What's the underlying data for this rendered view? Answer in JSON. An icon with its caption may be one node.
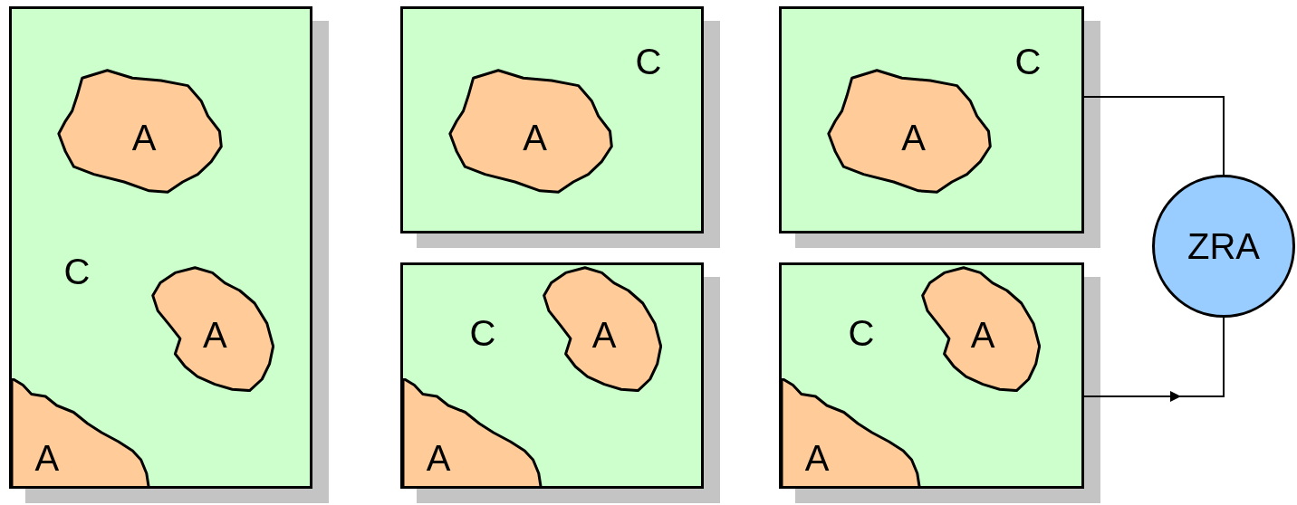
{
  "diagram": {
    "nodes": [
      {
        "text": [
          "C"
        ]
      },
      {
        "text": [
          "A"
        ],
        "in": 0
      },
      {
        "text": [
          "A"
        ],
        "in": 0
      },
      {
        "text": [
          "A"
        ],
        "in": 0
      },
      {
        "text": [
          "C"
        ]
      },
      {
        "text": [
          "A"
        ],
        "in": 4
      },
      {
        "text": [
          "C"
        ]
      },
      {
        "text": [
          "A"
        ],
        "in": 6
      },
      {
        "text": [
          "ZRA"
        ]
      },
      {
        "text": [
          "C"
        ]
      },
      {
        "text": [
          "A"
        ],
        "in": 9
      },
      {
        "text": [
          "A"
        ],
        "in": 9
      },
      {
        "text": [
          "C"
        ]
      },
      {
        "text": [
          "A"
        ],
        "in": 12
      },
      {
        "text": [
          "A"
        ],
        "in": 12
      }
    ],
    "edges": [
      {
        "from": 6,
        "to": 8,
        "arrow": "none"
      },
      {
        "from": 12,
        "to": 8,
        "arrow": "to"
      }
    ]
  }
}
